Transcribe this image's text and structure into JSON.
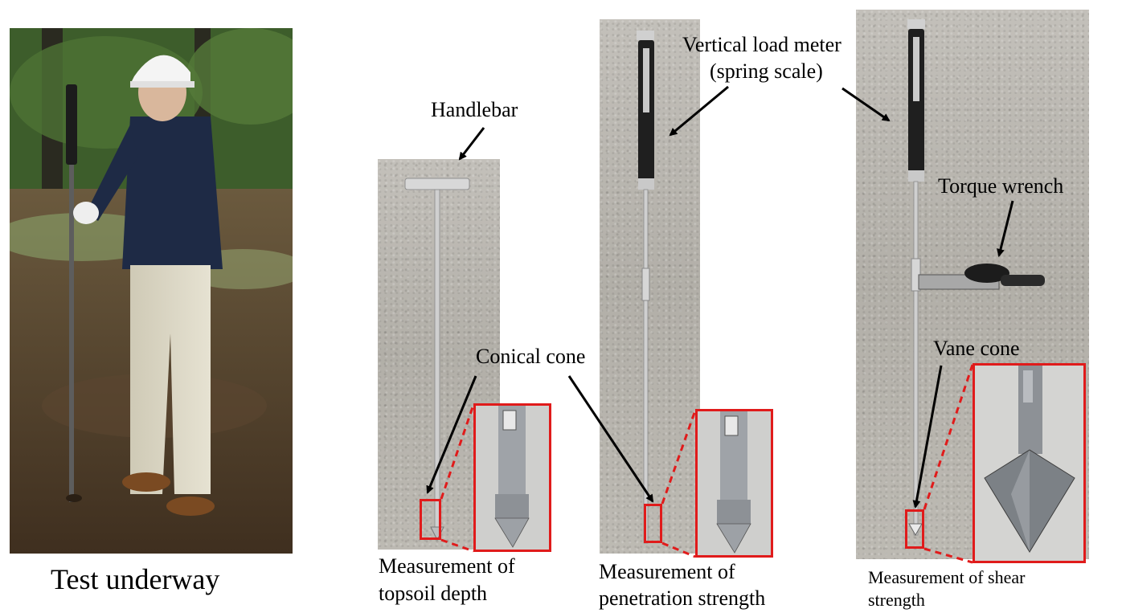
{
  "left_photo": {
    "caption": "Test underway"
  },
  "panel_topsoil": {
    "label_handlebar": "Handlebar",
    "label_cone": "Conical cone",
    "caption_line1": "Measurement of",
    "caption_line2": "topsoil depth"
  },
  "panel_penetration": {
    "label_meter_line1": "Vertical load meter",
    "label_meter_line2": "(spring scale)",
    "caption_line1": "Measurement of",
    "caption_line2": "penetration strength"
  },
  "panel_shear": {
    "label_torque": "Torque wrench",
    "label_vane": "Vane cone",
    "caption_line1": "Measurement of shear",
    "caption_line2": "strength"
  },
  "colors": {
    "highlight_red": "#e01b1b",
    "arrow": "#000000"
  }
}
